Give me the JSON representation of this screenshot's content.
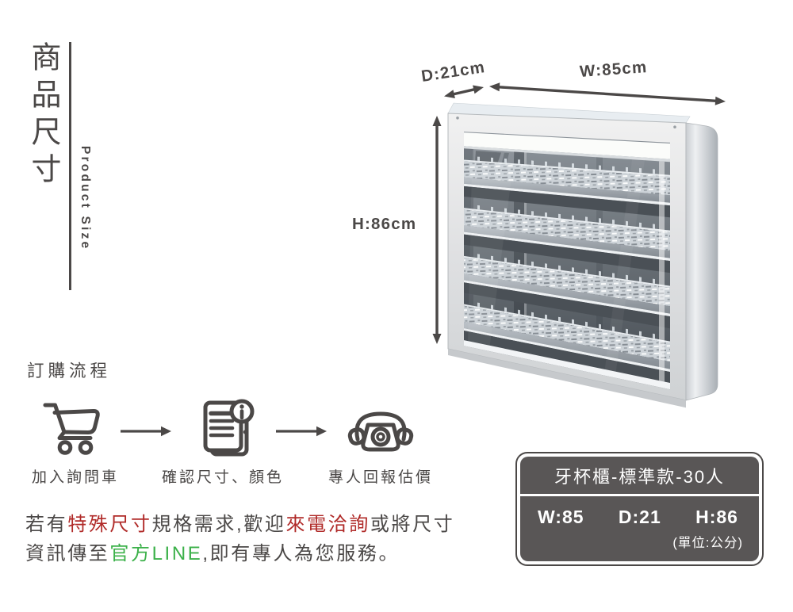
{
  "left_panel": {
    "title_zh": "商品尺寸",
    "title_en": "Product Size"
  },
  "product_figure": {
    "image": "cup-cabinet-render",
    "dimension_labels": {
      "depth": "D:21cm",
      "width": "W:85cm",
      "height": "H:86cm"
    }
  },
  "order_process": {
    "heading": "訂購流程",
    "steps": [
      {
        "icon": "shopping-cart-icon",
        "label": "加入詢問車"
      },
      {
        "icon": "document-info-icon",
        "label": "確認尺寸、顏色"
      },
      {
        "icon": "phone-icon",
        "label": "專人回報估價"
      }
    ]
  },
  "note": {
    "line1": [
      {
        "text": "若有",
        "style": "default"
      },
      {
        "text": "特殊尺寸",
        "style": "red"
      },
      {
        "text": "規格需求,歡迎",
        "style": "default"
      },
      {
        "text": "來電洽詢",
        "style": "red"
      },
      {
        "text": "或將尺寸",
        "style": "default"
      }
    ],
    "line2": [
      {
        "text": "資訊傳至",
        "style": "default"
      },
      {
        "text": "官方LINE",
        "style": "green"
      },
      {
        "text": ",即有專人為您服務。",
        "style": "default"
      }
    ]
  },
  "spec_box": {
    "title": "牙杯櫃-標準款-30人",
    "dims": [
      "W:85",
      "D:21",
      "H:86"
    ],
    "unit": "(單位:公分)"
  },
  "colors": {
    "text": "#4b4847",
    "red": "#b02a28",
    "green": "#3cb14a",
    "spec_box_bg": "#595656",
    "spec_box_text": "#ffffff"
  }
}
